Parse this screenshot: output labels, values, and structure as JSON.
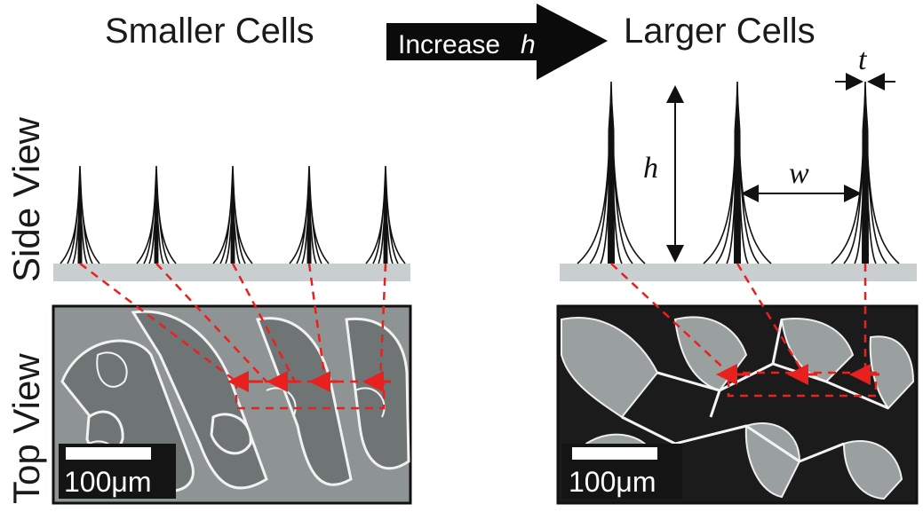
{
  "titles": {
    "left": "Smaller Cells",
    "right": "Larger Cells"
  },
  "arrow": {
    "label": "Increase",
    "variable": "h"
  },
  "row_labels": {
    "side": "Side View",
    "top": "Top View"
  },
  "dimensions": {
    "height": "h",
    "width": "w",
    "thickness": "t"
  },
  "scale_bars": {
    "left": "100μm",
    "right": "100μm"
  },
  "colors": {
    "ink": "#111111",
    "substrate": "#c9ced0",
    "guide": "#e8201e",
    "micrograph_dark": "#1b1b1b",
    "micrograph_mid": "#8e9494"
  }
}
